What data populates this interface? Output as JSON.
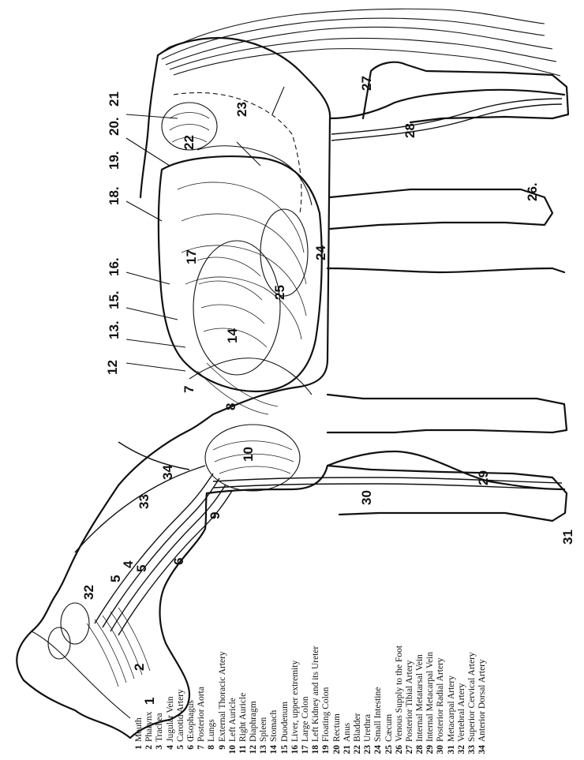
{
  "legend": [
    {
      "num": "1",
      "label": "Mouth"
    },
    {
      "num": "2",
      "label": "Pharynx"
    },
    {
      "num": "3",
      "label": "Trachea"
    },
    {
      "num": "4",
      "label": "Jugular Vein"
    },
    {
      "num": "5",
      "label": "Carotid Artery"
    },
    {
      "num": "6",
      "label": "Œsophagus"
    },
    {
      "num": "7",
      "label": "Posterior Aorta"
    },
    {
      "num": "8",
      "label": "Lungs"
    },
    {
      "num": "9",
      "label": "External Thoracic Artery"
    },
    {
      "num": "10",
      "label": "Left Auricle"
    },
    {
      "num": "11",
      "label": "Right Auricle"
    },
    {
      "num": "12",
      "label": "Diaphragm"
    },
    {
      "num": "13",
      "label": "Spleen"
    },
    {
      "num": "14",
      "label": "Stomach"
    },
    {
      "num": "15",
      "label": "Duodenum"
    },
    {
      "num": "16",
      "label": "Liver, upper extremity"
    },
    {
      "num": "17",
      "label": "Large Colon"
    },
    {
      "num": "18",
      "label": "Left Kidney and its Ureter"
    },
    {
      "num": "19",
      "label": "Floating Colon"
    },
    {
      "num": "20",
      "label": "Rectum"
    },
    {
      "num": "21",
      "label": "Anus"
    },
    {
      "num": "22",
      "label": "Bladder"
    },
    {
      "num": "23",
      "label": "Urethra"
    },
    {
      "num": "24",
      "label": "Small Intestine"
    },
    {
      "num": "25",
      "label": "Cæcum"
    },
    {
      "num": "26",
      "label": "Venous Supply to the Foot"
    },
    {
      "num": "27",
      "label": "Posterior Tibial Artery"
    },
    {
      "num": "28",
      "label": "Internal Metatarsal Vein"
    },
    {
      "num": "29",
      "label": "Internal Metacarpal Vein"
    },
    {
      "num": "30",
      "label": "Posterior Radial Artery"
    },
    {
      "num": "31",
      "label": "Metacarpal Artery"
    },
    {
      "num": "32",
      "label": "Vertebral Artery"
    },
    {
      "num": "33",
      "label": "Superior Cervical Artery"
    },
    {
      "num": "34",
      "label": "Anterior Dorsal Artery"
    }
  ],
  "callouts": {
    "c1": "1",
    "c2": "2",
    "c4": "4",
    "c5a": "5",
    "c5b": "5",
    "c6": "6",
    "c7": "7",
    "c8": "8",
    "c9": "9",
    "c10": "10",
    "c12": "12",
    "c13": "13.",
    "c14": "14",
    "c15": "15.",
    "c16": "16.",
    "c17": "17",
    "c18": "18.",
    "c19": "19.",
    "c20": "20.",
    "c21": "21",
    "c22": "22",
    "c23": "23",
    "c24": "24",
    "c25": "25",
    "c26": "26.",
    "c27": "27",
    "c28": "28",
    "c29": "29",
    "c30": "30",
    "c31": "31",
    "c32": "32",
    "c33": "33",
    "c34": "34"
  }
}
